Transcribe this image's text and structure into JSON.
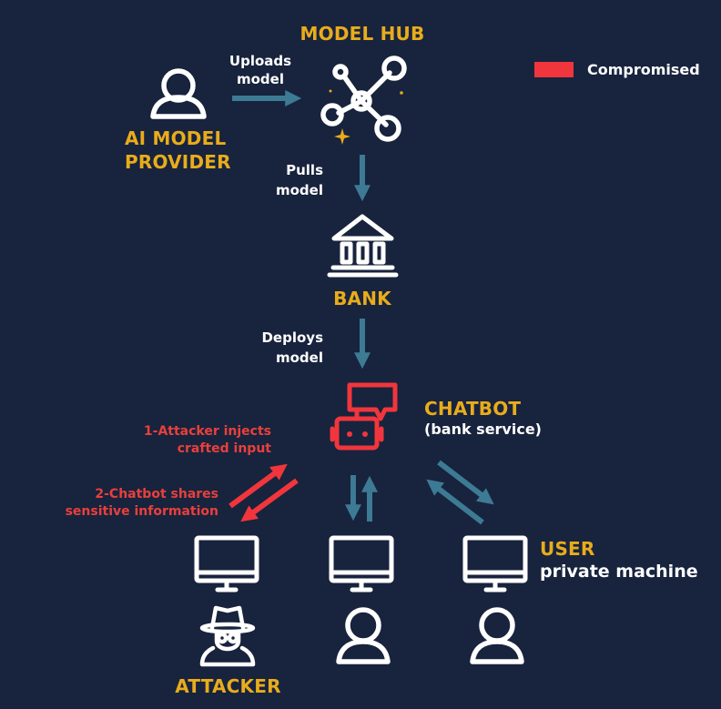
{
  "legend": {
    "label": "Compromised",
    "color": "#f0363c"
  },
  "nodes": {
    "model_hub": {
      "title": "MODEL HUB"
    },
    "provider": {
      "title_line1": "AI MODEL",
      "title_line2": "PROVIDER"
    },
    "bank": {
      "title": "BANK"
    },
    "chatbot": {
      "title": "CHATBOT",
      "subtitle": "(bank service)"
    },
    "user": {
      "title": "USER",
      "subtitle": "private machine"
    },
    "attacker": {
      "title": "ATTACKER"
    }
  },
  "edges": {
    "uploads": {
      "line1": "Uploads",
      "line2": "model"
    },
    "pulls": {
      "line1": "Pulls",
      "line2": "model"
    },
    "deploys": {
      "line1": "Deploys",
      "line2": "model"
    },
    "attack_1": {
      "line1": "1-Attacker injects",
      "line2": "crafted input"
    },
    "attack_2": {
      "line1": "2-Chatbot shares",
      "line2": "sensitive information"
    }
  },
  "colors": {
    "background": "#18233d",
    "node_label": "#e8ac1c",
    "arrow": "#3d7a94",
    "compromised": "#f0363c",
    "icon": "#ffffff"
  }
}
